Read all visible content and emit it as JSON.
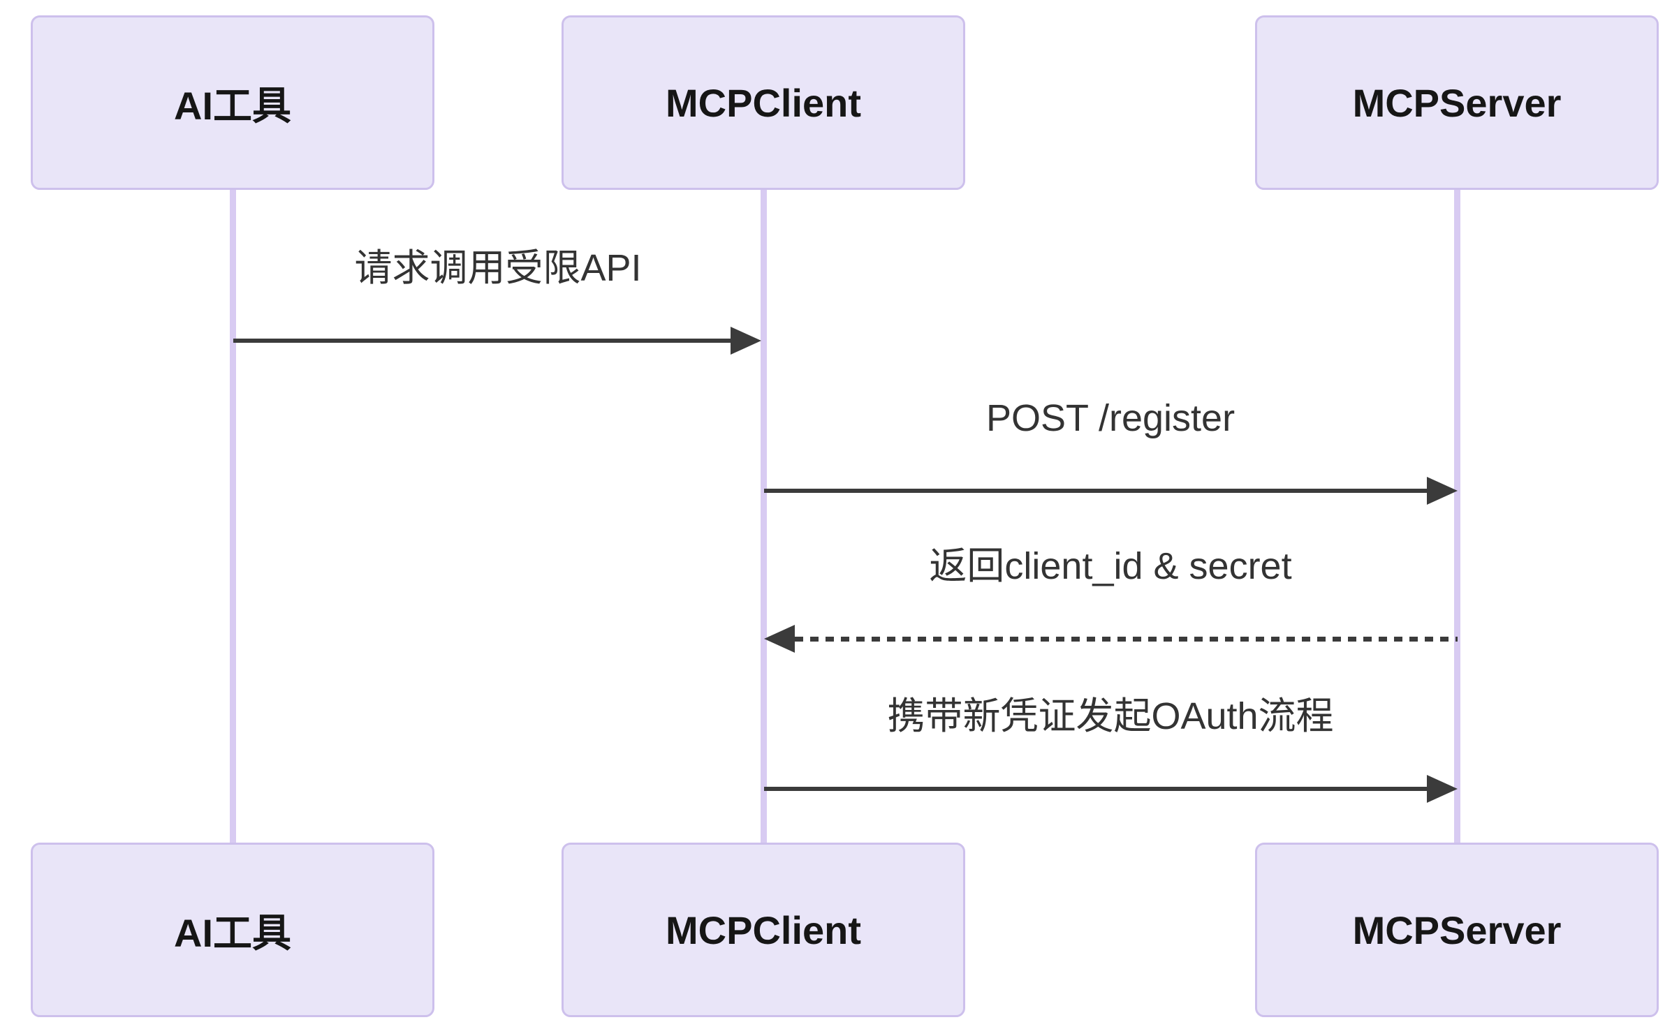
{
  "diagram": {
    "type": "sequence-diagram",
    "actors": [
      {
        "id": "ai-tool",
        "label": "AI工具"
      },
      {
        "id": "mcp-client",
        "label": "MCPClient"
      },
      {
        "id": "mcp-server",
        "label": "MCPServer"
      }
    ],
    "messages": [
      {
        "from": "AI工具",
        "to": "MCPClient",
        "text": "请求调用受限API",
        "line": "solid",
        "direction": "right"
      },
      {
        "from": "MCPClient",
        "to": "MCPServer",
        "text": "POST /register",
        "line": "solid",
        "direction": "right"
      },
      {
        "from": "MCPServer",
        "to": "MCPClient",
        "text": "返回client_id & secret",
        "line": "dashed",
        "direction": "left"
      },
      {
        "from": "MCPClient",
        "to": "MCPServer",
        "text": "携带新凭证发起OAuth流程",
        "line": "solid",
        "direction": "right"
      }
    ],
    "colors": {
      "actor_fill": "#e9e5f8",
      "actor_border": "#cdc0ec",
      "lifeline": "#d8cbf2",
      "arrow": "#3b3b3b",
      "message_text": "#333333",
      "actor_text": "#161616",
      "background": "#ffffff"
    }
  }
}
